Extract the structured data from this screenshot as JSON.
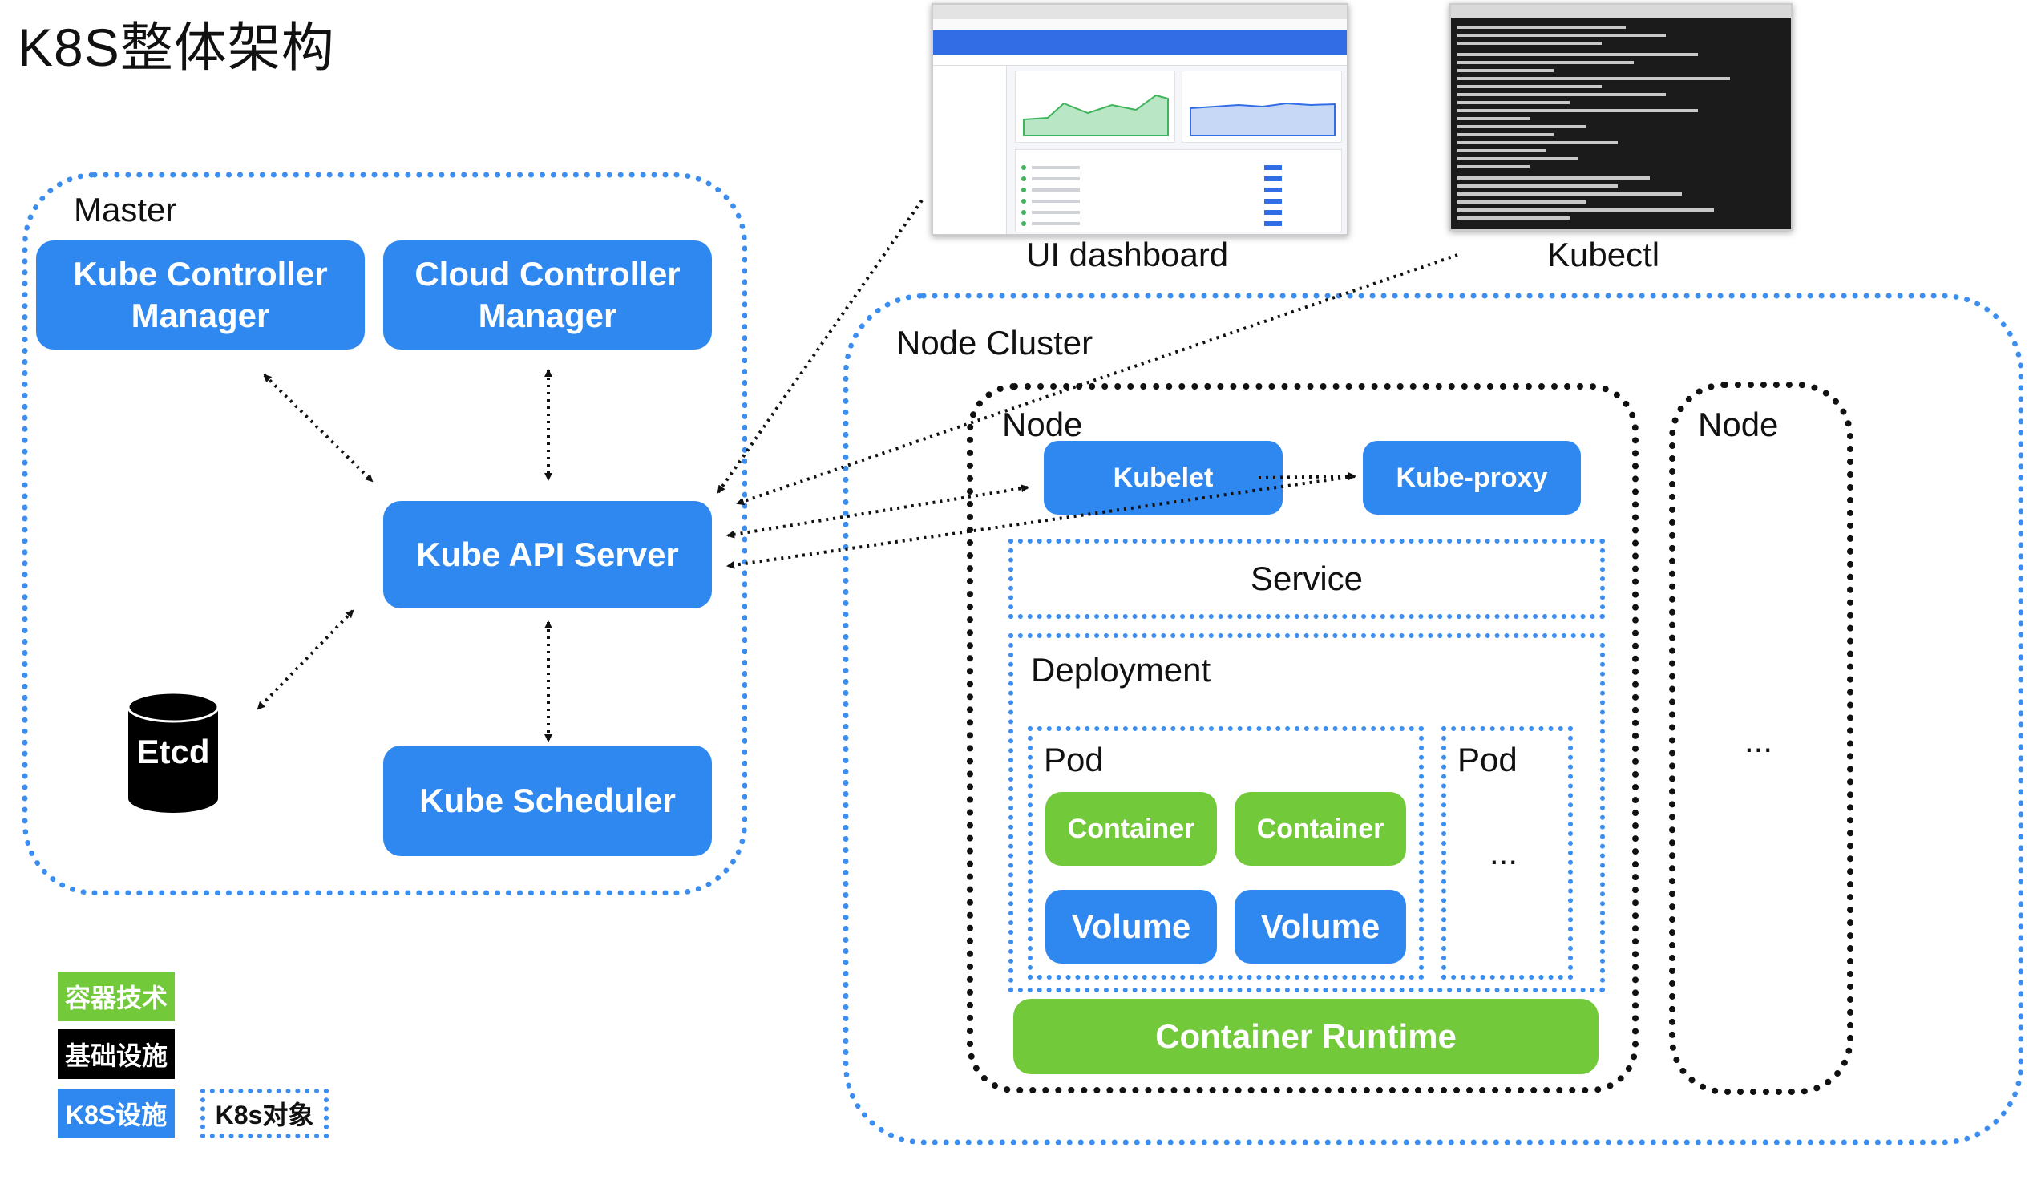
{
  "title": "K8S整体架构",
  "master": {
    "label": "Master",
    "kube_controller_manager": "Kube Controller Manager",
    "cloud_controller_manager": "Cloud Controller Manager",
    "kube_api_server": "Kube API Server",
    "kube_scheduler": "Kube Scheduler",
    "etcd": "Etcd"
  },
  "tools": {
    "ui_dashboard": "UI dashboard",
    "kubectl": "Kubectl"
  },
  "node_cluster": {
    "label": "Node Cluster",
    "node_label": "Node",
    "kubelet": "Kubelet",
    "kube_proxy": "Kube-proxy",
    "service": "Service",
    "deployment": "Deployment",
    "pod_label": "Pod",
    "container": "Container",
    "volume": "Volume",
    "ellipsis": "...",
    "container_runtime": "Container Runtime",
    "other_node_label": "Node",
    "other_node_ellipsis": "..."
  },
  "legend": {
    "container_tech": "容器技术",
    "infrastructure": "基础设施",
    "k8s_infra": "K8S设施",
    "k8s_object": "K8s对象"
  },
  "colors": {
    "k8s_blue": "#2f88f0",
    "container_green": "#72c93a",
    "infrastructure_black": "#000000",
    "dotted_blue": "#3b8ef0"
  }
}
